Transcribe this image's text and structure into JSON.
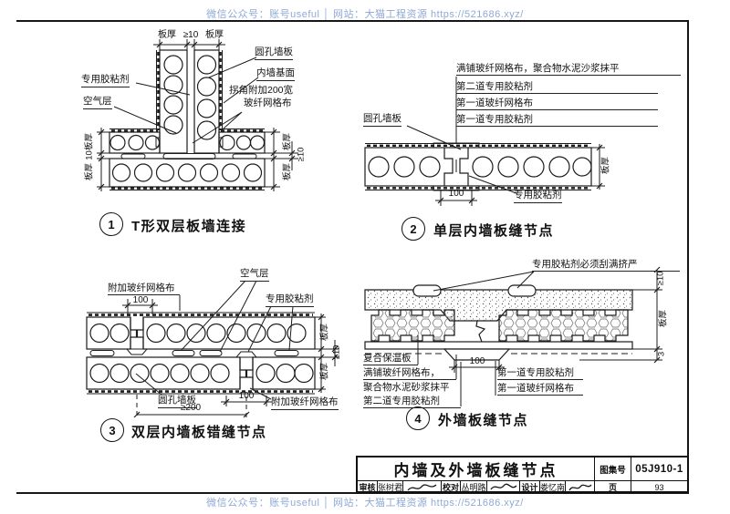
{
  "watermark": {
    "text": "微信公众号：账号useful │ 网站：大猫工程资源 https://521686.xyz/"
  },
  "d1": {
    "num": "1",
    "caption": "T形双层板墙连接",
    "dim_bh": "板厚",
    "dim_ge10": "≥10",
    "dim_10": "10",
    "lbl_adhesive": "专用胶粘剂",
    "lbl_air": "空气层",
    "lbl_panel": "圆孔墙板",
    "lbl_base": "内墙基面",
    "lbl_corner1": "拐角附加200宽",
    "lbl_corner2": "玻纤网格布"
  },
  "d2": {
    "num": "2",
    "caption": "单层内墙板缝节点",
    "lbl_mesh_full": "满铺玻纤网格布，聚合物水泥沙浆抹平",
    "lbl_adh2": "第二道专用胶粘剂",
    "lbl_mesh1": "第一道玻纤网格布",
    "lbl_adh1": "第一道专用胶粘剂",
    "lbl_panel": "圆孔墙板",
    "lbl_adhesive": "专用胶粘剂",
    "dim_100": "100",
    "dim_bh": "板厚"
  },
  "d3": {
    "num": "3",
    "caption": "双层内墙板错缝节点",
    "lbl_air": "空气层",
    "lbl_mesh_add": "附加玻纤网格布",
    "lbl_adhesive": "专用胶粘剂",
    "lbl_panel": "圆孔墙板",
    "lbl_mesh_add2": "附加玻纤网格布",
    "dim_100": "100",
    "dim_ge200": "≥200",
    "dim_bh": "板厚",
    "dim_ge10": "≥10"
  },
  "d4": {
    "num": "4",
    "caption": "外墙板缝节点",
    "lbl_seal": "专用胶粘剂必须刮满挤严",
    "lbl_sandwich": "复合保温板",
    "lbl_mesh_full1": "满铺玻纤网格布，",
    "lbl_mesh_full2": "聚合物水泥砂浆抹平",
    "lbl_adh2": "第二道专用胶粘剂",
    "lbl_adh1": "第一道专用胶粘剂",
    "lbl_mesh1": "第一道玻纤网格布",
    "dim_100": "100",
    "dim_ge10": "≥10",
    "dim_bh": "板厚",
    "dim_3": "3"
  },
  "titleblock": {
    "title": "内墙及外墙板缝节点",
    "atlas_label": "图集号",
    "atlas_no": "05J910-1",
    "page_label": "页",
    "page_no": "93",
    "cells": [
      {
        "label": "审核",
        "name": "张树君"
      },
      {
        "label": "校对",
        "name": "丛明路"
      },
      {
        "label": "设计",
        "name": "娄忆南"
      }
    ]
  }
}
